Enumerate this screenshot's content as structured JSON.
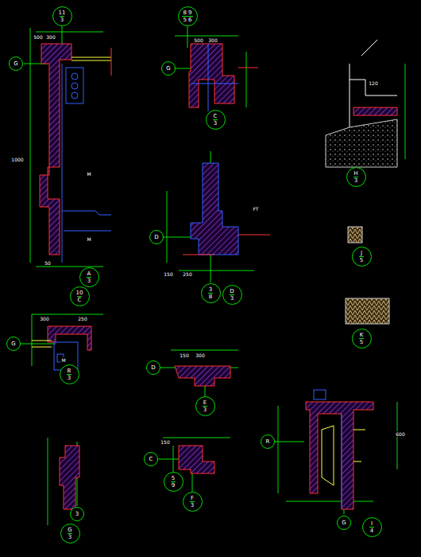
{
  "diagram": {
    "nodes": [
      {
        "text": [
          "11",
          "3"
        ]
      },
      {
        "text": [
          "G"
        ]
      },
      {
        "text": [
          "A",
          "3"
        ]
      },
      {
        "text": [
          "8 9",
          "5 6"
        ]
      },
      {
        "text": [
          "G"
        ]
      },
      {
        "text": [
          "C",
          "3"
        ]
      },
      {
        "text": [
          "D"
        ]
      },
      {
        "text": [
          "3",
          "8"
        ]
      },
      {
        "text": [
          "D",
          "3"
        ]
      },
      {
        "text": [
          "H",
          "3"
        ]
      },
      {
        "text": [
          "J",
          "5"
        ]
      },
      {
        "text": [
          "K",
          "5"
        ]
      },
      {
        "text": [
          "10",
          "C"
        ]
      },
      {
        "text": [
          "G"
        ]
      },
      {
        "text": [
          "B",
          "3"
        ]
      },
      {
        "text": [
          "D"
        ]
      },
      {
        "text": [
          "E",
          "3"
        ]
      },
      {
        "text": [
          "C"
        ]
      },
      {
        "text": [
          "5",
          "9"
        ]
      },
      {
        "text": [
          "F",
          "3"
        ]
      },
      {
        "text": [
          "3"
        ]
      },
      {
        "text": [
          "G",
          "3"
        ]
      },
      {
        "text": [
          "R"
        ]
      },
      {
        "text": [
          "G"
        ]
      },
      {
        "text": [
          "I",
          "4"
        ]
      }
    ],
    "labels": [
      "500",
      "300",
      "1000",
      "M",
      "M",
      "FT",
      "500",
      "300",
      "120",
      "600",
      "250",
      "150",
      "250",
      "300",
      "150",
      "300",
      "150",
      "50",
      "M"
    ]
  }
}
